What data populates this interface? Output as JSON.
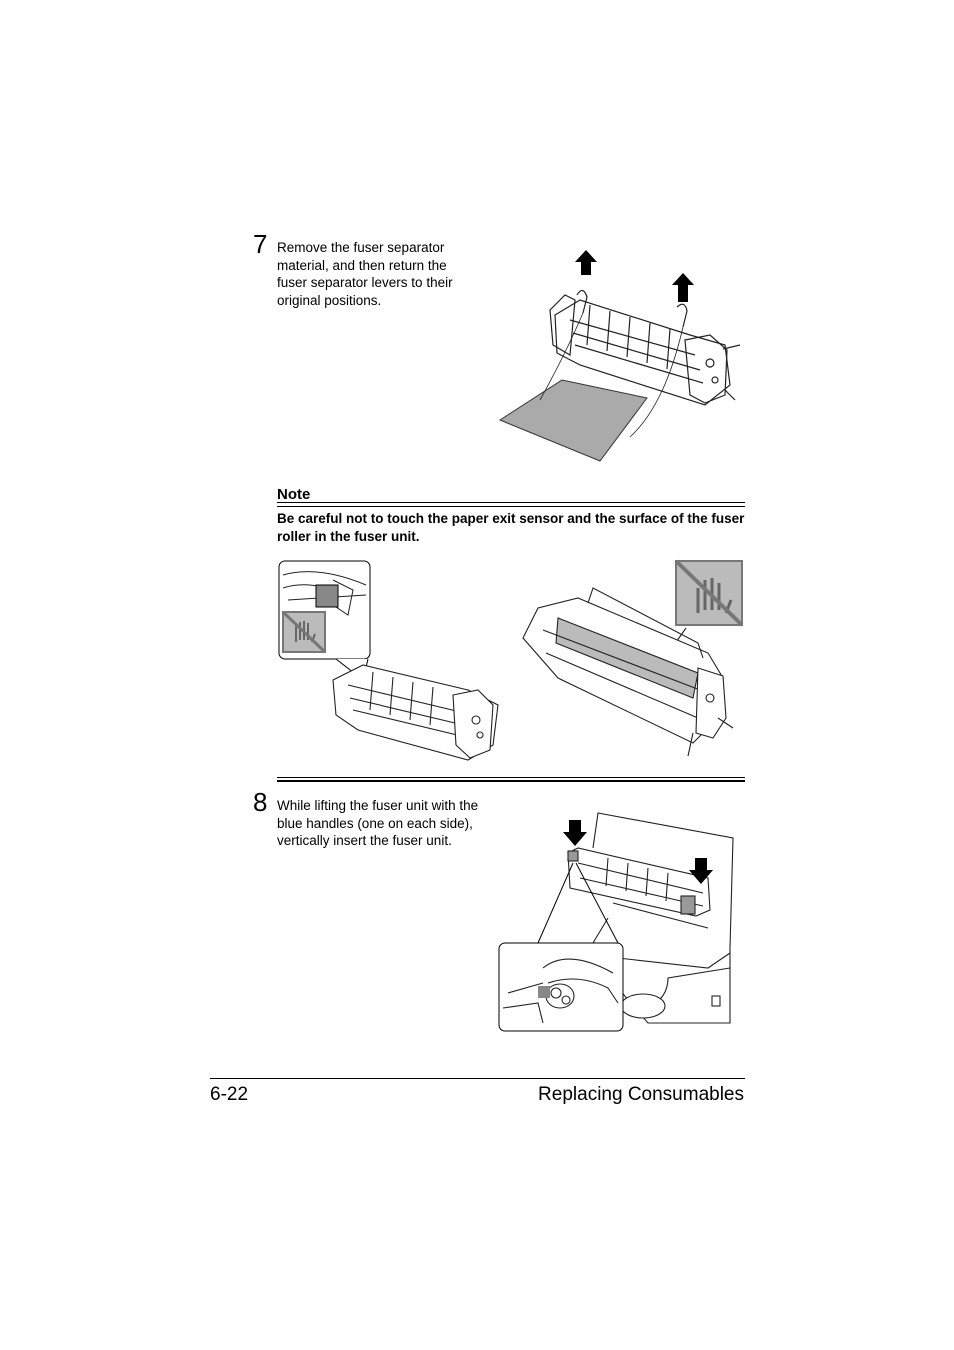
{
  "step7": {
    "number": "7",
    "text": "Remove the fuser separator material, and then return the fuser separator levers to their original positions."
  },
  "note": {
    "title": "Note",
    "text": "Be careful not to touch the paper exit sensor and the surface of the fuser roller in the fuser unit."
  },
  "step8": {
    "number": "8",
    "text": "While lifting the fuser unit with the blue handles (one on each side), vertically insert the fuser unit."
  },
  "footer": {
    "page": "6-22",
    "section": "Replacing Consumables"
  },
  "illustrations": {
    "fig1": "fuser-separator-removal",
    "fig2": "do-not-touch-sensor",
    "fig3": "do-not-touch-roller",
    "fig4": "insert-fuser-unit",
    "icons": [
      "up-arrow-icon",
      "down-arrow-icon",
      "no-touch-hand-icon"
    ]
  },
  "colors": {
    "text": "#000000",
    "rule": "#000000",
    "gray_fill": "#b0b0b0"
  }
}
